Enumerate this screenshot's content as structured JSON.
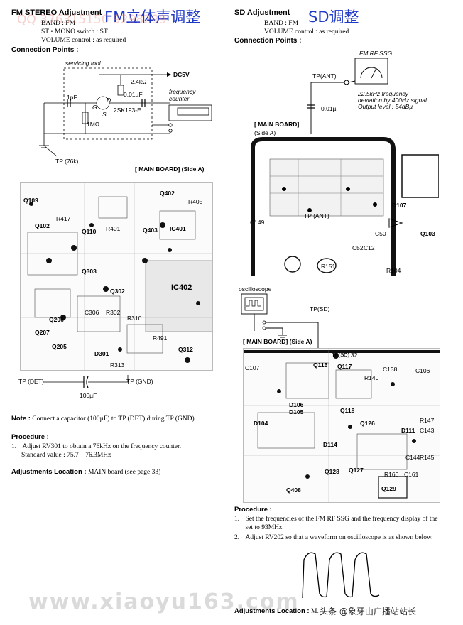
{
  "left": {
    "title": "FM STEREO Adjustment",
    "title_cn": "FM立体声调整",
    "settings": [
      "BAND : FM",
      "ST • MONO switch : ST",
      "VOLUME control : as required"
    ],
    "connection_label": "Connection Points :",
    "servicing_tool_label": "servicing tool",
    "dc5v_label": "DC5V",
    "r1_label": "2.4kΩ",
    "c1_label": "1pF",
    "c2_label": "0.01µF",
    "fet_label": "2SK193-E",
    "r2_label": "1MΩ",
    "pin_d": "D",
    "pin_s": "S",
    "pin_g": "G",
    "counter_label": "frequency counter",
    "tp76k_label": "TP (76k)",
    "board_label": "[ MAIN BOARD] (Side A)",
    "tp_det_label": "TP (DET)",
    "tp_gnd_label": "TP (GND)",
    "cap_label": "100µF",
    "board_parts": [
      "Q109",
      "Q102",
      "Q110",
      "Q402",
      "IC401",
      "Q403",
      "IC402",
      "Q302",
      "Q303",
      "Q206",
      "Q207",
      "Q205",
      "R405",
      "R417",
      "R401",
      "R491",
      "D301",
      "Q312",
      "C306",
      "R302",
      "R310",
      "R313"
    ],
    "note_bold": "Note :",
    "note_text": "Connect a capacitor (100µF) to TP (DET) during TP (GND).",
    "procedure_label": "Procedure :",
    "step1_num": "1.",
    "step1_text": "Adjust RV301 to obtain a 76kHz on the frequency counter.",
    "step1_standard": "Standard value : 75.7 – 76.3MHz",
    "adj_loc_bold": "Adjustments Location :",
    "adj_loc_text": "MAIN board (see page 33)"
  },
  "right": {
    "title": "SD Adjustment",
    "title_cn": "SD调整",
    "settings": [
      "BAND : FM",
      "VOLUME control : as required"
    ],
    "connection_label": "Connection Points :",
    "ssg_label": "FM RF SSG",
    "tp_ant_label": "TP(ANT)",
    "cap_label": "0.01µF",
    "ssg_desc": [
      "22.5kHz frequency",
      "deviation by 400Hz signal.",
      "Output level : 54dBµ"
    ],
    "board1_label": "[ MAIN BOARD]",
    "board1_side": "(Side A)",
    "tp_ant_board": "TP (ANT)",
    "board1_parts": [
      "D107",
      "C149",
      "Q103",
      "R151",
      "R104",
      "C50",
      "C52",
      "C12"
    ],
    "osc_label": "oscilloscope",
    "tp_sd_label": "TP(SD)",
    "board2_label": "[ MAIN BOARD] (Side A)",
    "tp_sd_board": "TP(SD)",
    "board2_parts": [
      "Q117",
      "Q116",
      "Q118",
      "Q126",
      "Q127",
      "Q128",
      "Q129",
      "Q408",
      "D104",
      "D106",
      "D105",
      "D114",
      "D111",
      "C132",
      "C138",
      "C143",
      "C144",
      "C161",
      "R140",
      "R147",
      "R145",
      "R160",
      "C106",
      "C107"
    ],
    "procedure_label": "Procedure :",
    "step1_num": "1.",
    "step1_text": "Set the frequencies of the FM RF SSG and the frequency display of the set to 93MHz.",
    "step2_num": "2.",
    "step2_text": "Adjust RV202 so that a waveform on oscilloscope is as shown below.",
    "adj_loc_bold": "Adjustments Location :",
    "adj_loc_text": "M…"
  },
  "watermark": {
    "bottom": "www.xiaoyu163.com",
    "footer": "头条 @象牙山广播站站长",
    "side": "QQ 376315150 9298299"
  }
}
